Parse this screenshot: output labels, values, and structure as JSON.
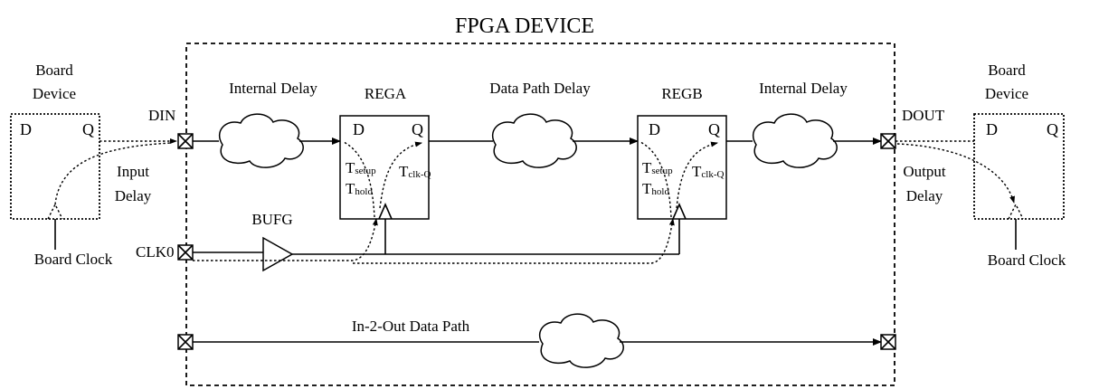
{
  "title": "FPGA DEVICE",
  "board_left": {
    "title_line1": "Board",
    "title_line2": "Device",
    "pin_d": "D",
    "pin_q": "Q",
    "clock_label": "Board Clock"
  },
  "board_right": {
    "title_line1": "Board",
    "title_line2": "Device",
    "pin_d": "D",
    "pin_q": "Q",
    "clock_label": "Board Clock"
  },
  "pins": {
    "din": "DIN",
    "dout": "DOUT",
    "clk": "CLK0"
  },
  "delays": {
    "internal_left": "Internal Delay",
    "data_path": "Data Path Delay",
    "internal_right": "Internal Delay",
    "input_line1": "Input",
    "input_line2": "Delay",
    "output_line1": "Output",
    "output_line2": "Delay",
    "in2out": "In-2-Out Data Path"
  },
  "rega": {
    "name": "REGA",
    "pin_d": "D",
    "pin_q": "Q",
    "setup_main": "T",
    "setup_sub": "setup",
    "hold_main": "T",
    "hold_sub": "hold",
    "clkq_main": "T",
    "clkq_sub": "clk-Q"
  },
  "regb": {
    "name": "REGB",
    "pin_d": "D",
    "pin_q": "Q",
    "setup_main": "T",
    "setup_sub": "setup",
    "hold_main": "T",
    "hold_sub": "hold",
    "clkq_main": "T",
    "clkq_sub": "clk-Q"
  },
  "bufg": "BUFG"
}
